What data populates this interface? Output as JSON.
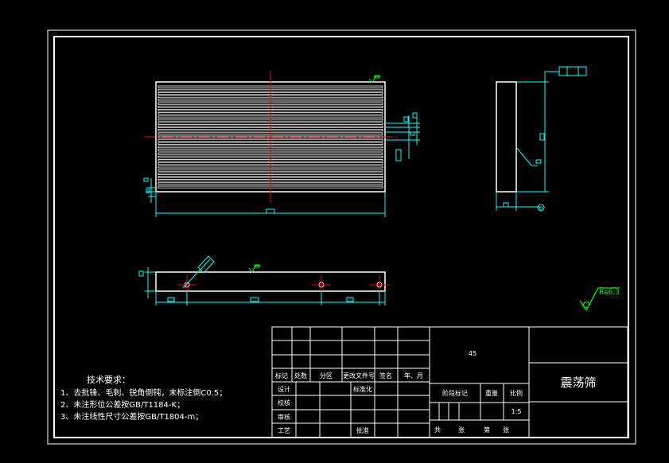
{
  "title_block": {
    "material": "45",
    "part_name": "震荡筛",
    "header_labels": [
      "标记",
      "处数",
      "分区",
      "更改文件号",
      "签名",
      "年、月"
    ],
    "row_labels": [
      "设计",
      "校核",
      "审核",
      "工艺"
    ],
    "standardize_label": "标准化",
    "approve_label": "批准",
    "stage_label": "阶段标记",
    "weight_label": "重量",
    "scale_label": "比例",
    "scale_value": "1:5",
    "sheet_total_label": "共",
    "sheet_unit_1": "张",
    "sheet_label": "第",
    "sheet_unit_2": "张"
  },
  "technical_requirements": {
    "heading": "技术要求：",
    "items": [
      "1、去批锋、毛刺、锐角倒钝，未标注倒C0.5；",
      "2、未注形位公差按GB/T1184-K；",
      "3、未注线性尺寸公差按GB/T1804-m；"
    ]
  },
  "surface_roughness": {
    "label": "Ra6.3"
  },
  "datum_label": "D",
  "colors": {
    "background": "#000000",
    "outline": "#ffffff",
    "dimension": "#00ffff",
    "centerline": "#ff0000",
    "annotation": "#00ff00"
  }
}
